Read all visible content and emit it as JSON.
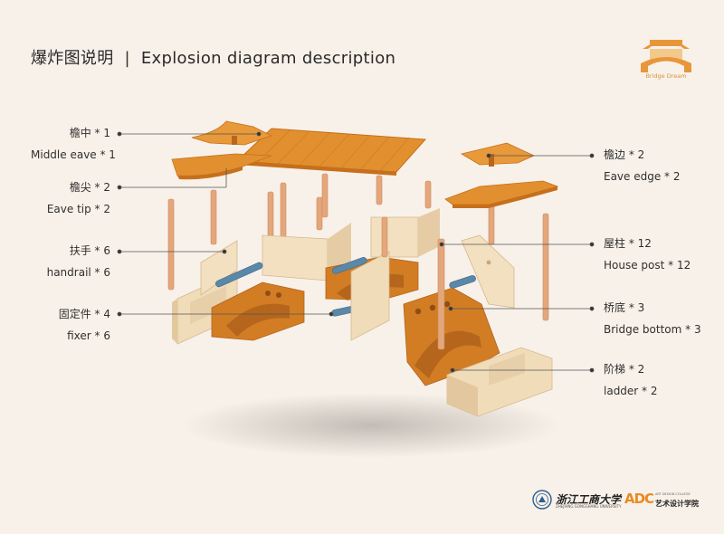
{
  "header": {
    "title_cn": "爆炸图说明",
    "separator": "|",
    "title_en": "Explosion diagram description"
  },
  "logo": {
    "name": "bridge-pavilion-logo",
    "text": "Bridge Dream",
    "accent": "#e8963a"
  },
  "parts": {
    "middle_eave": {
      "cn": "檐中 * 1",
      "en": "Middle eave * 1"
    },
    "eave_tip": {
      "cn": "檐尖 * 2",
      "en": "Eave tip * 2"
    },
    "handrail": {
      "cn": "扶手 * 6",
      "en": "handrail * 6"
    },
    "fixer": {
      "cn": "固定件 * 4",
      "en": "fixer * 6"
    },
    "eave_edge": {
      "cn": "檐边 * 2",
      "en": "Eave edge * 2"
    },
    "house_post": {
      "cn": "屋柱 * 12",
      "en": "House post * 12"
    },
    "bridge_bottom": {
      "cn": "桥底 * 3",
      "en": "Bridge bottom * 3"
    },
    "ladder": {
      "cn": "阶梯 * 2",
      "en": "ladder * 2"
    }
  },
  "footer": {
    "school_cn": "浙江工商大学",
    "school_en": "ZHEJIANG GONGSHANG UNIVERSITY",
    "college_mark": "ADC",
    "college_en": "ART DESIGN COLLEGE",
    "college_cn": "艺术设计学院"
  },
  "colors": {
    "background": "#f8f1e9",
    "wood_orange": "#e2902f",
    "wood_dark": "#c66f1c",
    "light_wood": "#f1dcba",
    "post": "#e4a77b",
    "fixer_blue": "#5a88a8",
    "leader": "#555555"
  }
}
